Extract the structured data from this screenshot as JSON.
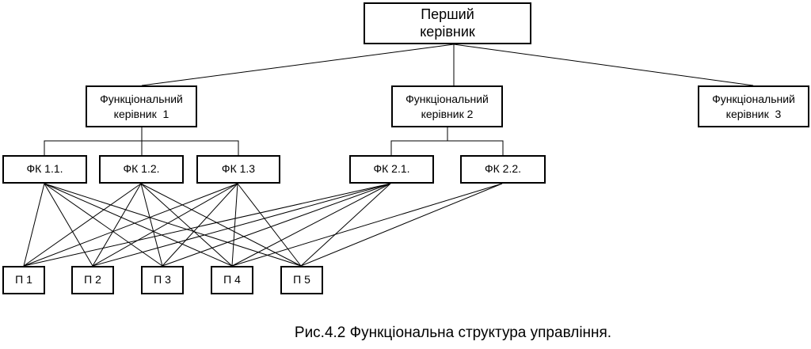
{
  "root": {
    "line1": "Перший",
    "line2": "керівник"
  },
  "managers": [
    {
      "line1": "Функціональний",
      "line2": "керівник  1"
    },
    {
      "line1": "Функціональний",
      "line2": "керівник 2"
    },
    {
      "line1": "Функціональний",
      "line2": "керівник  3"
    }
  ],
  "functional_units": [
    "ФК 1.1.",
    "ФК 1.2.",
    "ФК 1.3",
    "ФК 2.1.",
    "ФК 2.2."
  ],
  "executors": [
    "П 1",
    "П 2",
    "П 3",
    "П 4",
    "П 5"
  ],
  "caption": "Рис.4.2 Функціональна структура управління."
}
